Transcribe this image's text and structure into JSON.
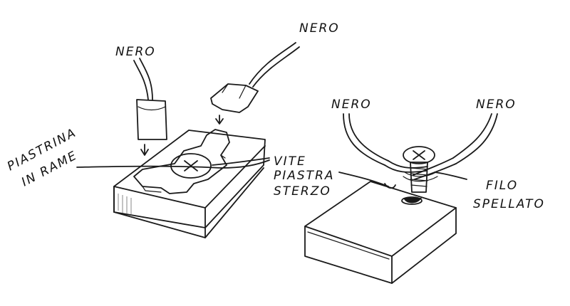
{
  "labels": {
    "nero_1": "NERO",
    "nero_2": "NERO",
    "nero_3": "NERO",
    "nero_4": "NERO",
    "piastrina_line1": "PIASTRINA",
    "piastrina_line2": "IN RAME",
    "vite_line1": "VITE",
    "vite_line2": "PIASTRA",
    "vite_line3": "STERZO",
    "filo_line1": "FILO",
    "filo_line2": "SPELLATO"
  }
}
